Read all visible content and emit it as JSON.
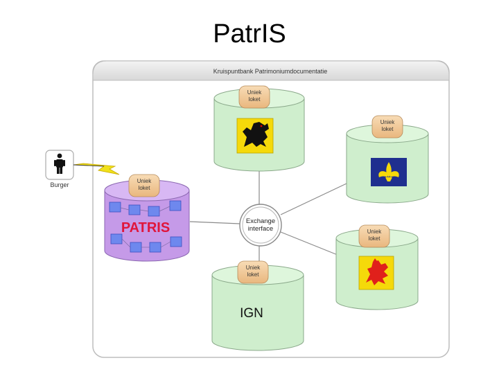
{
  "slide": {
    "title": "PatrIS"
  },
  "diagram": {
    "panel_title": "Kruispuntbank Patrimoniumdocumentatie",
    "burger_label": "Burger",
    "loket": {
      "line1": "Uniek",
      "line2": "loket"
    },
    "patris_label": "PATRIS",
    "exchange": {
      "line1": "Exchange",
      "line2": "interface"
    },
    "ign_label": "IGN",
    "icons": {
      "person": "person-icon",
      "lightning": "lightning-bolt-icon",
      "flanders": "flanders-lion-flag-icon",
      "brussels": "brussels-iris-flag-icon",
      "wallonia": "walloon-rooster-flag-icon"
    },
    "colors": {
      "cylinder_green": "#cfeecd",
      "patris_purple": "#c59ae8",
      "patris_text": "#e0153b",
      "loket_tag": "#f3cfa0",
      "cube_blue": "#6e88ee",
      "flag_yellow": "#f5d90a",
      "brussels_blue": "#1f2f8f"
    }
  }
}
